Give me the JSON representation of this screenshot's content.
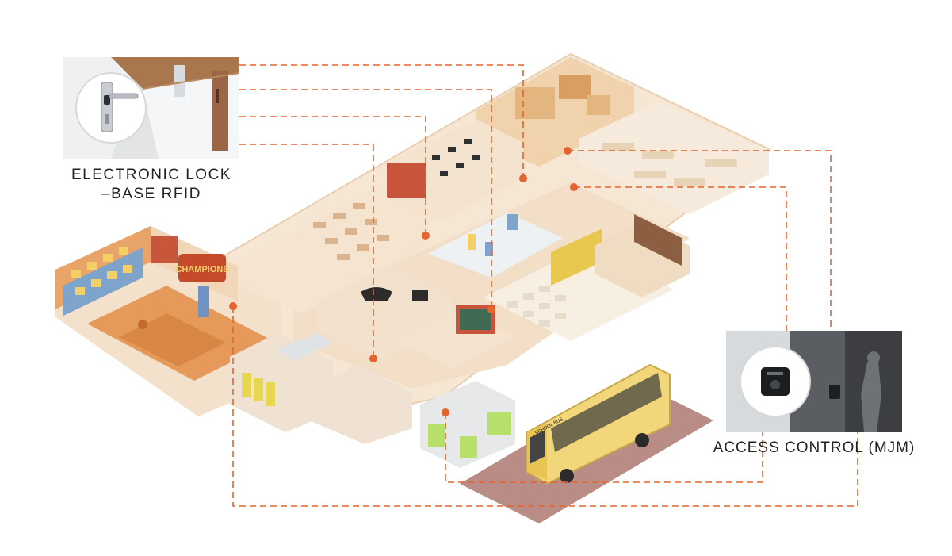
{
  "labels": {
    "electronic_lock_line1": "ELECTRONIC LOCK",
    "electronic_lock_line2": "–BASE RFID",
    "access_control": "ACCESS CONTROL (MJM)"
  },
  "vehicle_text": "SCHOOL BUS",
  "banner_text": "CHAMPIONS",
  "colors": {
    "connector": "#e5632f",
    "floor": "#f6e7d4",
    "wall": "#f1d7b8",
    "wall_dark": "#d9b48e",
    "court": "#e59a5b",
    "bus": "#f1d77a",
    "road": "#b98c86"
  }
}
